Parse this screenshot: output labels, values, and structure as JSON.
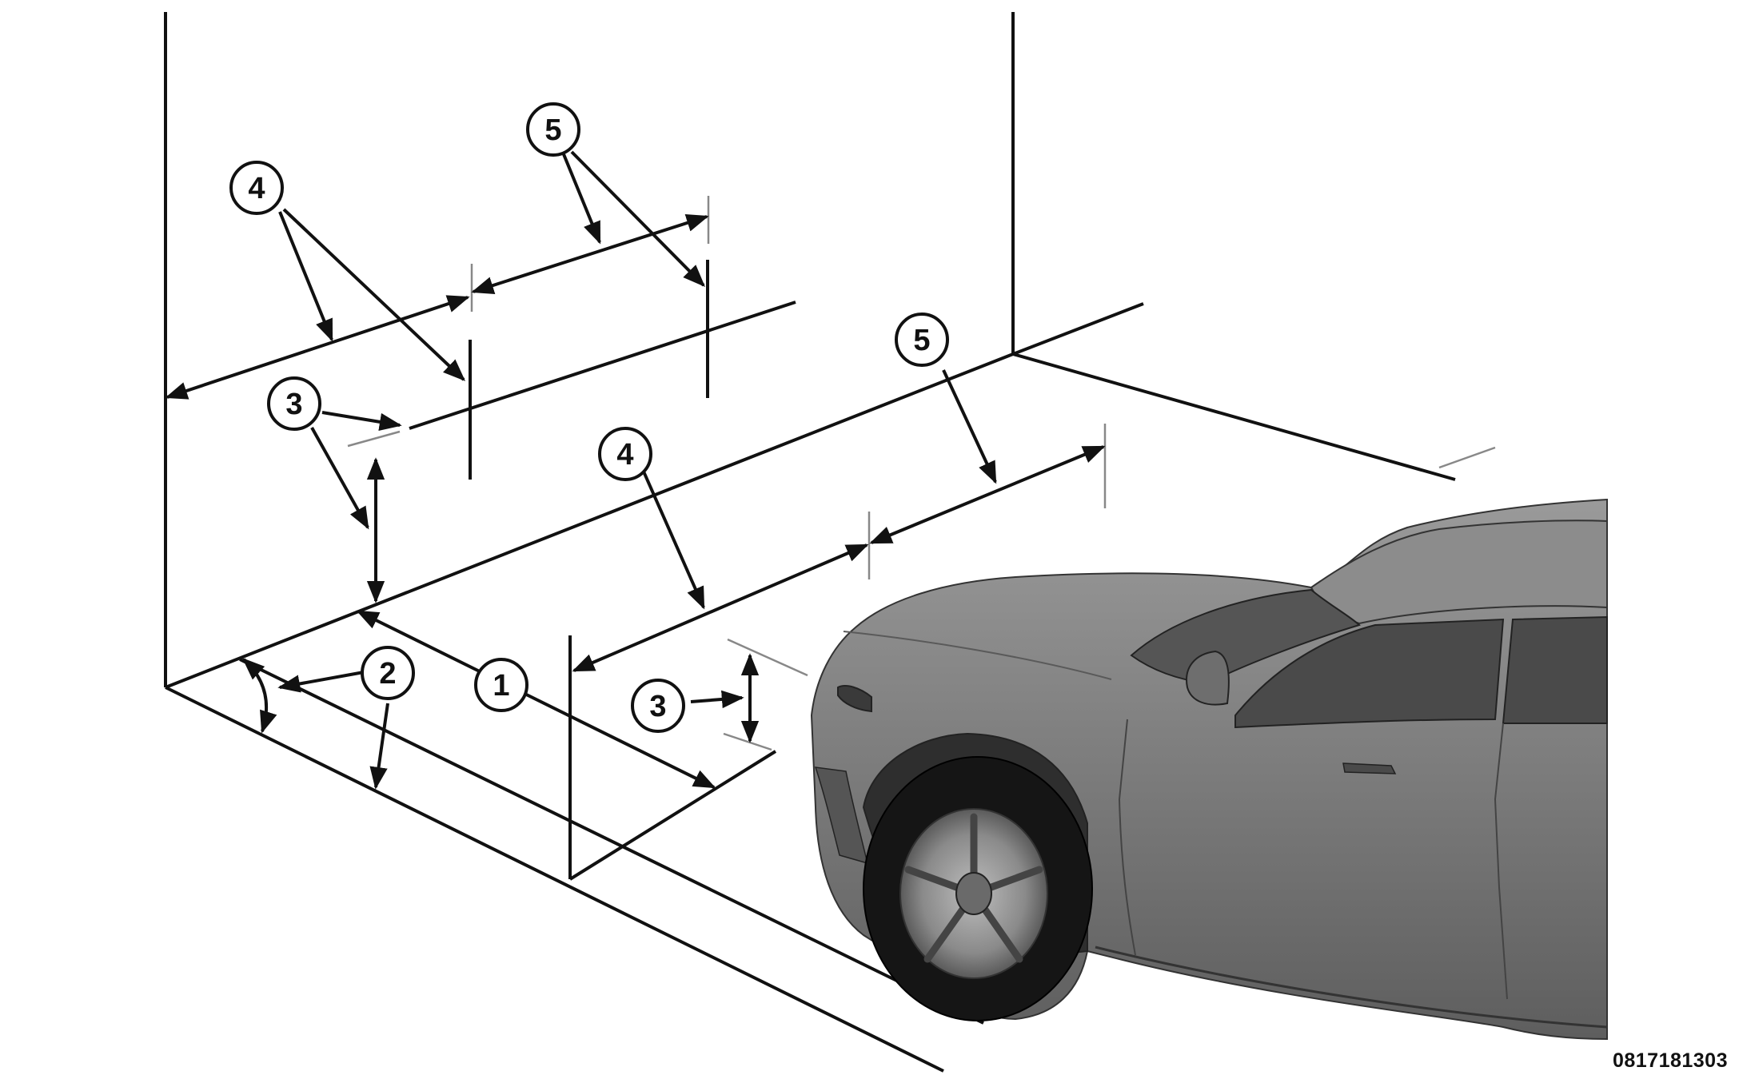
{
  "callouts": {
    "c1": "1",
    "c2": "2",
    "c3_wall": "3",
    "c3_floor": "3",
    "c4_wall": "4",
    "c4_floor": "4",
    "c5_wall": "5",
    "c5_floor": "5"
  },
  "figure_id": "0817181303",
  "colors": {
    "line": "#111111",
    "guide": "#888888",
    "vehicle_body": "#7a7a7a",
    "vehicle_dark": "#3a3a3a",
    "tire": "#151515",
    "glass": "#4d4d4d"
  }
}
